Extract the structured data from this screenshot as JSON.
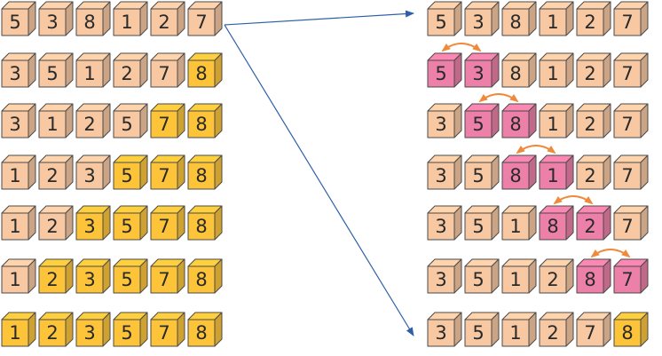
{
  "colors": {
    "base": "#f7c8a2",
    "sorted": "#fdc43a",
    "compare": "#ec80a8",
    "swap_arrow": "#ef8a3a",
    "pass_arrow": "#2e5fa8",
    "outline": "#4a4a4a"
  },
  "passes": [
    {
      "values": [
        "5",
        "3",
        "8",
        "1",
        "2",
        "7"
      ],
      "sorted_count": 0
    },
    {
      "values": [
        "3",
        "5",
        "1",
        "2",
        "7",
        "8"
      ],
      "sorted_count": 1
    },
    {
      "values": [
        "3",
        "1",
        "2",
        "5",
        "7",
        "8"
      ],
      "sorted_count": 2
    },
    {
      "values": [
        "1",
        "2",
        "3",
        "5",
        "7",
        "8"
      ],
      "sorted_count": 3
    },
    {
      "values": [
        "1",
        "2",
        "3",
        "5",
        "7",
        "8"
      ],
      "sorted_count": 4
    },
    {
      "values": [
        "1",
        "2",
        "3",
        "5",
        "7",
        "8"
      ],
      "sorted_count": 5
    },
    {
      "values": [
        "1",
        "2",
        "3",
        "5",
        "7",
        "8"
      ],
      "sorted_count": 6
    }
  ],
  "steps": [
    {
      "values": [
        "5",
        "3",
        "8",
        "1",
        "2",
        "7"
      ],
      "highlight": [],
      "sorted_count": 0,
      "swap_arrow": false
    },
    {
      "values": [
        "5",
        "3",
        "8",
        "1",
        "2",
        "7"
      ],
      "highlight": [
        0,
        1
      ],
      "sorted_count": 0,
      "swap_arrow": true
    },
    {
      "values": [
        "3",
        "5",
        "8",
        "1",
        "2",
        "7"
      ],
      "highlight": [
        1,
        2
      ],
      "sorted_count": 0,
      "swap_arrow": true
    },
    {
      "values": [
        "3",
        "5",
        "8",
        "1",
        "2",
        "7"
      ],
      "highlight": [
        2,
        3
      ],
      "sorted_count": 0,
      "swap_arrow": true
    },
    {
      "values": [
        "3",
        "5",
        "1",
        "8",
        "2",
        "7"
      ],
      "highlight": [
        3,
        4
      ],
      "sorted_count": 0,
      "swap_arrow": true
    },
    {
      "values": [
        "3",
        "5",
        "1",
        "2",
        "8",
        "7"
      ],
      "highlight": [
        4,
        5
      ],
      "sorted_count": 0,
      "swap_arrow": true
    },
    {
      "values": [
        "3",
        "5",
        "1",
        "2",
        "7",
        "8"
      ],
      "highlight": [],
      "sorted_count": 1,
      "swap_arrow": false
    }
  ]
}
